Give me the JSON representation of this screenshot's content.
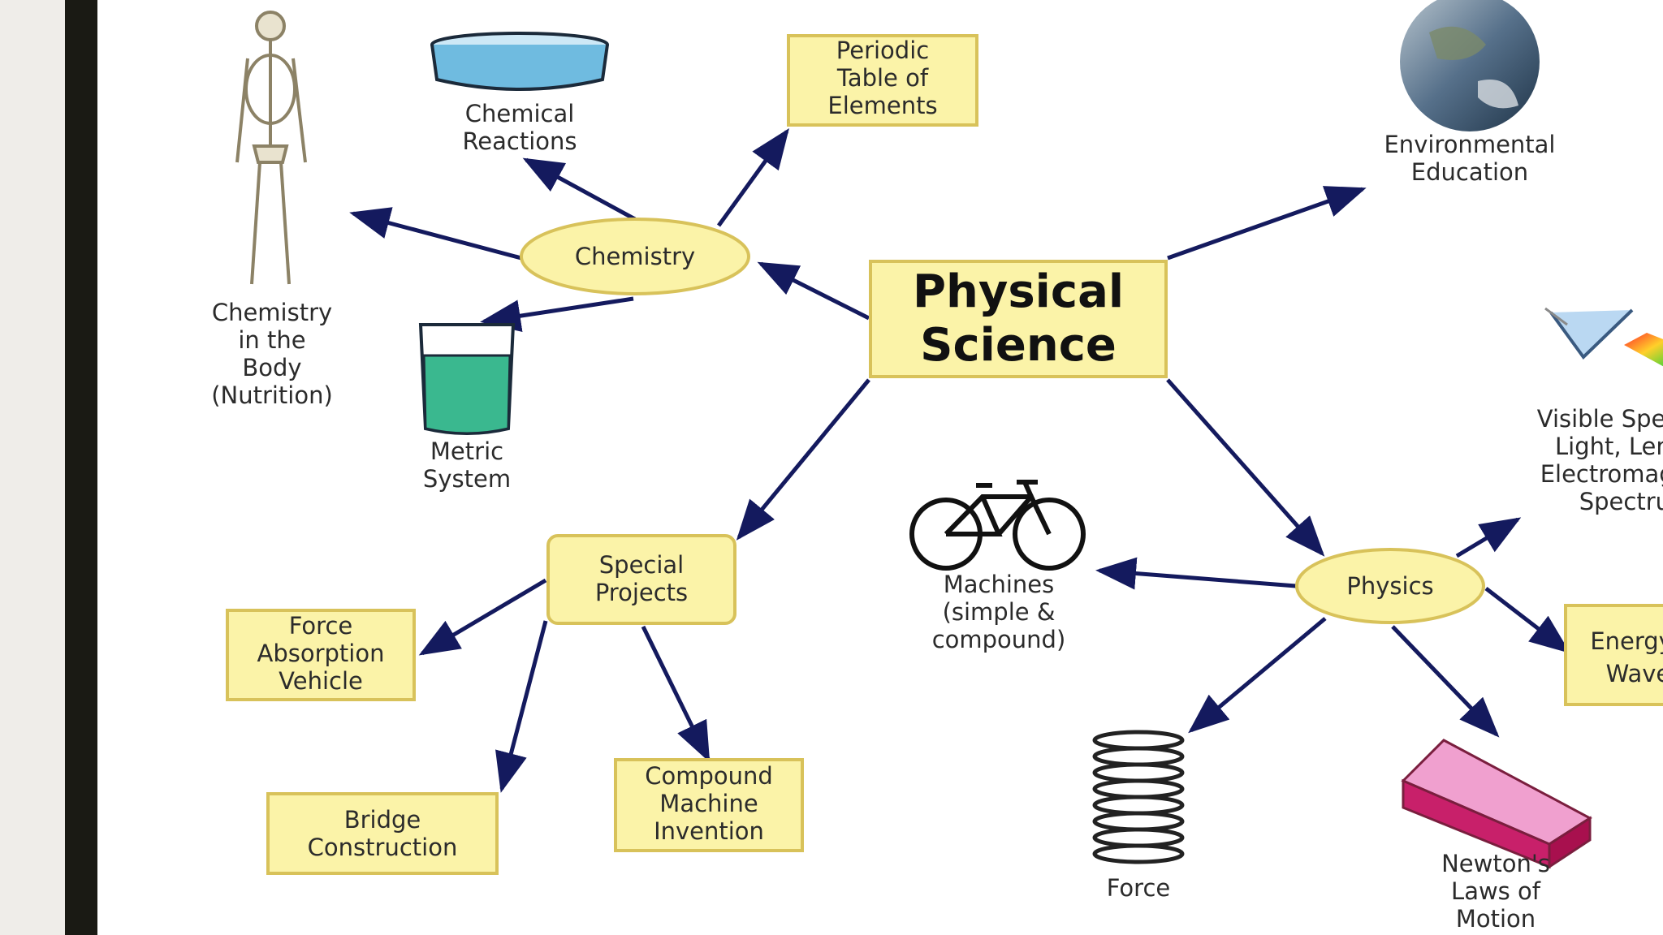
{
  "center": {
    "line1": "Physical",
    "line2": "Science"
  },
  "hubs": {
    "chemistry": "Chemistry",
    "physics": "Physics",
    "special_projects": [
      "Special",
      "Projects"
    ]
  },
  "boxes": {
    "periodic_table": [
      "Periodic",
      "Table of",
      "Elements"
    ],
    "force_absorption": [
      "Force",
      "Absorption",
      "Vehicle"
    ],
    "bridge": [
      "Bridge",
      "Construction"
    ],
    "compound_machine": [
      "Compound",
      "Machine",
      "Invention"
    ],
    "energy_waves": [
      "Energy &",
      "Waves"
    ]
  },
  "labels": {
    "chemical_reactions": [
      "Chemical",
      "Reactions"
    ],
    "chemistry_body": [
      "Chemistry",
      "in the",
      "Body",
      "(Nutrition)"
    ],
    "metric_system": [
      "Metric",
      "System"
    ],
    "environmental": [
      "Environmental",
      "Education"
    ],
    "visible_spectrum": [
      "Visible Spectrum",
      "Light, Lenses,",
      "Electromagnetic",
      "Spectrum"
    ],
    "machines": [
      "Machines",
      "(simple &",
      "compound)"
    ],
    "force": [
      "Force"
    ],
    "newtons_laws": [
      "Newton's",
      "Laws of",
      "Motion"
    ]
  },
  "colors": {
    "arrow": "#141a5e",
    "box_fill": "#fbf3a8",
    "box_border": "#d8c25a"
  }
}
